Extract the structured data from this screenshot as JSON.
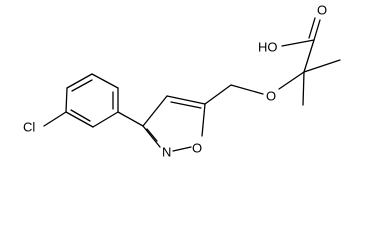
{
  "molecule": {
    "atoms": {
      "chlorine": "Cl",
      "hydroxyl": "HO",
      "carbonyl_oxygen": "O",
      "ether_oxygen": "O",
      "ring_oxygen": "O",
      "ring_nitrogen": "N"
    }
  }
}
